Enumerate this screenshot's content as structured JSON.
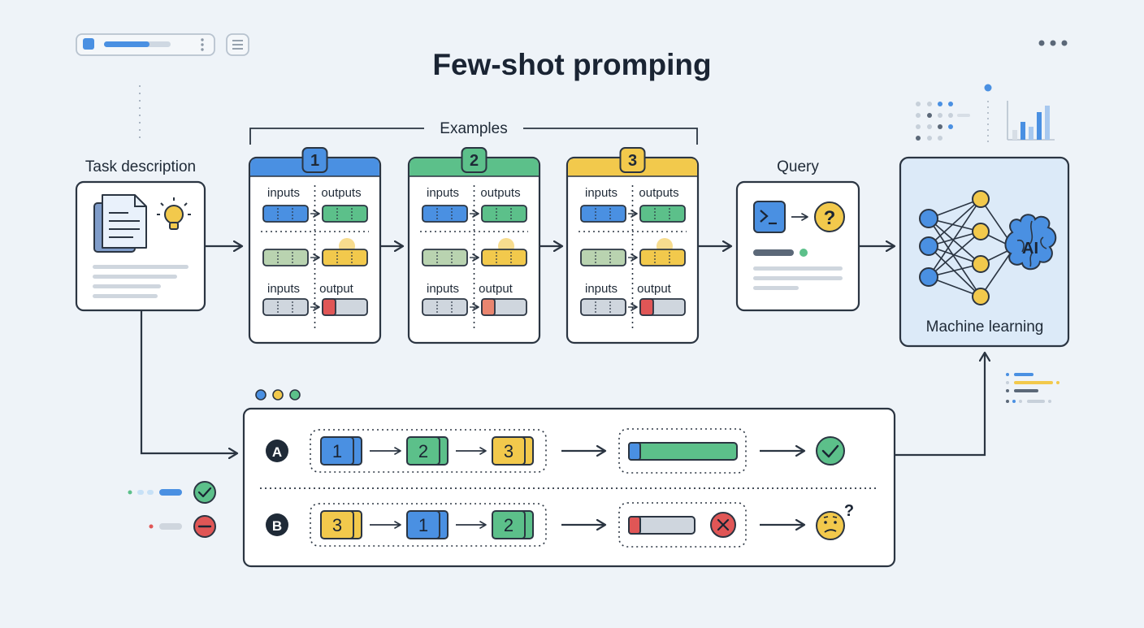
{
  "title": "Few-shot promping",
  "task": {
    "label": "Task description"
  },
  "examples": {
    "label": "Examples",
    "cards": [
      {
        "number": "1",
        "rows": [
          "inputs",
          "outputs",
          "inputs",
          "output"
        ]
      },
      {
        "number": "2",
        "rows": [
          "inputs",
          "outputs",
          "inputs",
          "output"
        ]
      },
      {
        "number": "3",
        "rows": [
          "inputs",
          "outputs",
          "inputs",
          "output"
        ]
      }
    ]
  },
  "query": {
    "label": "Query"
  },
  "model": {
    "label": "Machine learning",
    "brain_text": "AI"
  },
  "comparison": {
    "row_a": {
      "label": "A",
      "sequence": [
        "1",
        "2",
        "3"
      ]
    },
    "row_b": {
      "label": "B",
      "sequence": [
        "3",
        "1",
        "2"
      ]
    }
  },
  "colors": {
    "blue": "#4a90e2",
    "green": "#5cc08a",
    "yellow": "#f2c94c",
    "red": "#e05656",
    "gray": "#cfd6de",
    "ink": "#2b3542",
    "background": "#eef3f8",
    "model_panel": "#dceaf8"
  },
  "icons": [
    "document-icon",
    "lightbulb-icon",
    "terminal-icon",
    "question-icon",
    "neural-network-icon",
    "brain-icon",
    "check-icon",
    "cross-icon",
    "confused-face-icon",
    "minus-icon"
  ]
}
